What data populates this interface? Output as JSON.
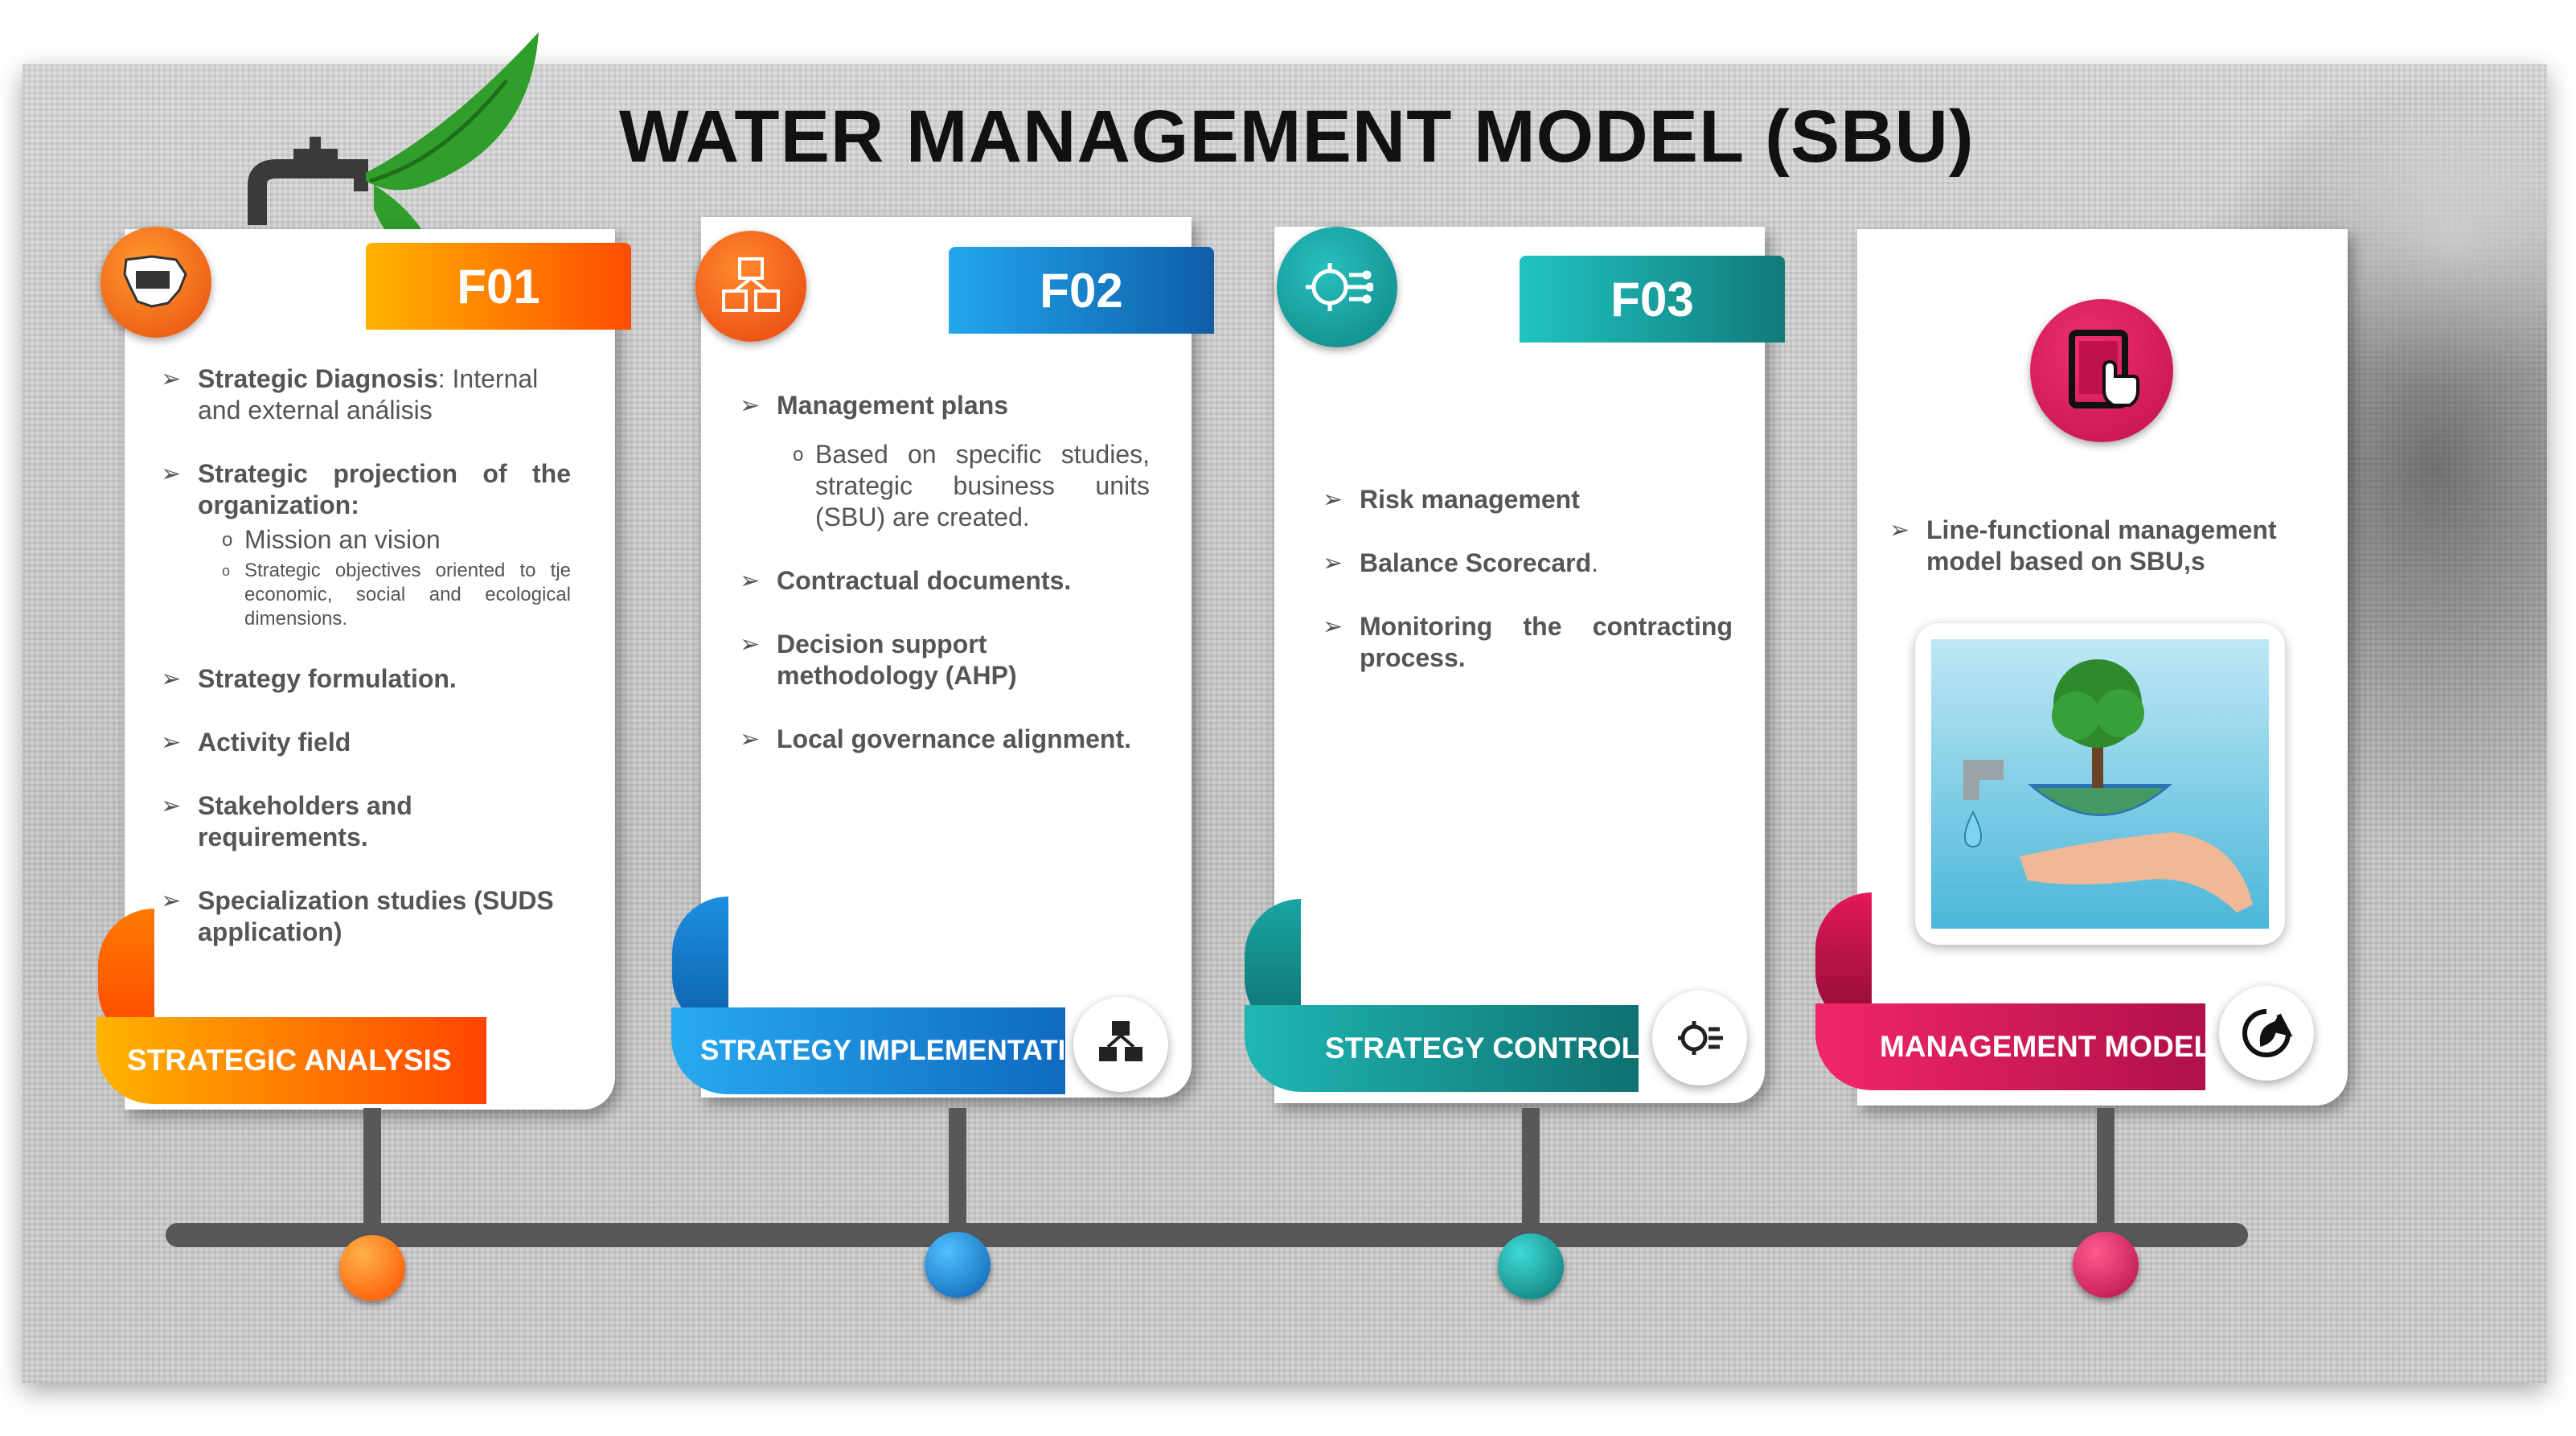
{
  "title": "WATER MANAGEMENT MODEL (SBU)",
  "colors": {
    "f01": "#ff6a00",
    "f02": "#1289d6",
    "f03": "#16a5a4",
    "f04": "#d81b56",
    "timeline": "#585858"
  },
  "phases": [
    {
      "code": "F01",
      "label": "STRATEGIC ANALYSIS",
      "icon": "spain-map-icon",
      "items": [
        {
          "bold": "Strategic Diagnosis",
          "text": ": Internal and external análisis"
        },
        {
          "bold": "Strategic projection of the organization:",
          "text": "",
          "subs": [
            "Mission an vision"
          ],
          "tiny_subs": [
            "Strategic objectives oriented to tje economic, social and ecological dimensions."
          ]
        },
        {
          "bold": "Strategy formulation.",
          "text": ""
        },
        {
          "bold": "Activity field",
          "text": ""
        },
        {
          "bold": "Stakeholders and requirements.",
          "text": ""
        },
        {
          "bold": "Specialization studies (SUDS application)",
          "text": ""
        }
      ]
    },
    {
      "code": "F02",
      "label": "STRATEGY IMPLEMENTATION",
      "icon": "cubes-network-icon",
      "items": [
        {
          "bold": "Management plans",
          "text": "",
          "subs": [
            "Based on specific studies, strategic business units (SBU) are created."
          ]
        },
        {
          "bold": "Contractual documents.",
          "text": ""
        },
        {
          "bold": "Decision support methodology (AHP)",
          "text": ""
        },
        {
          "bold": "Local governance alignment.",
          "text": ""
        }
      ]
    },
    {
      "code": "F03",
      "label": "STRATEGY CONTROL",
      "icon": "gear-circuit-icon",
      "items": [
        {
          "bold": "Risk management",
          "text": ""
        },
        {
          "bold": "Balance Scorecard",
          "text": "."
        },
        {
          "bold": "Monitoring the contracting process.",
          "text": ""
        }
      ]
    },
    {
      "code": "",
      "label": "MANAGEMENT MODEL",
      "icon": "tablet-touch-icon",
      "items": [
        {
          "bold": "Line-functional management model based on SBU,s",
          "text": ""
        }
      ]
    }
  ]
}
